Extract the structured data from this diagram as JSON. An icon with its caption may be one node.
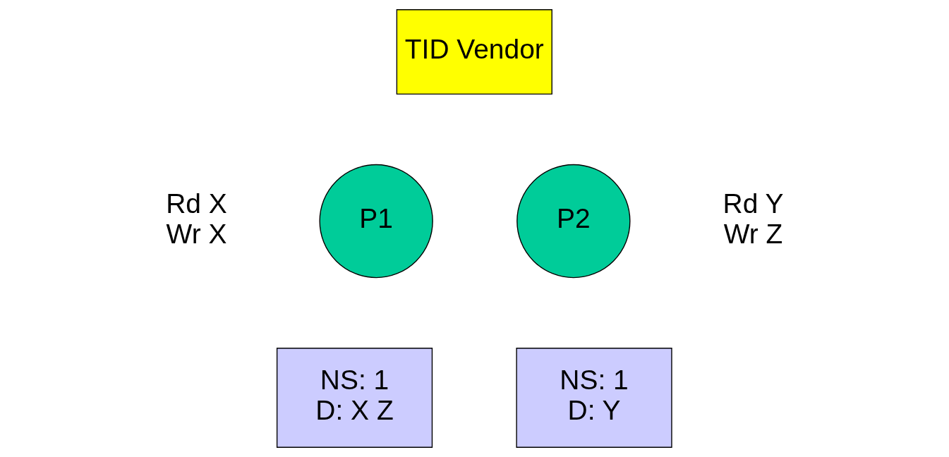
{
  "diagram": {
    "nodes": [
      {
        "text": [
          "TID Vendor"
        ]
      },
      {
        "text": [
          "P1"
        ],
        "beside": [
          "Rd X",
          "Wr X"
        ]
      },
      {
        "text": [
          "P2"
        ],
        "beside": [
          "Rd Y",
          "Wr Z"
        ]
      },
      {
        "text": [
          "NS: 1",
          "D: X Z"
        ]
      },
      {
        "text": [
          "NS: 1",
          "D: Y"
        ]
      }
    ]
  }
}
